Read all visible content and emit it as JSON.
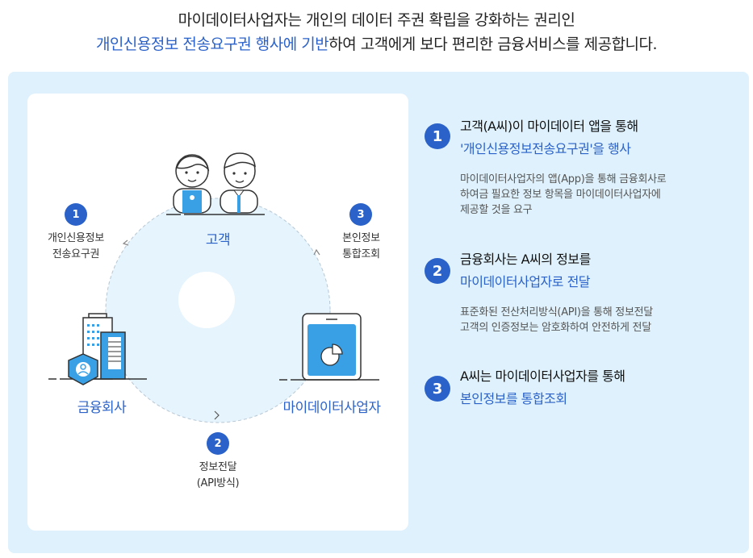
{
  "header": {
    "line1": "마이데이터사업자는 개인의 데이터 주권 확립을 강화하는 권리인",
    "line2_highlight": "개인신용정보 전송요구권 행사에 기반",
    "line2_rest": "하여 고객에게 보다 편리한 금융서비스를 제공합니다."
  },
  "diagram": {
    "nodes": {
      "customer": "고객",
      "financial": "금융회사",
      "mydata": "마이데이터사업자"
    },
    "flows": [
      {
        "num": "1",
        "line1": "개인신용정보",
        "line2": "전송요구권"
      },
      {
        "num": "2",
        "line1": "정보전달",
        "line2": "(API방식)"
      },
      {
        "num": "3",
        "line1": "본인정보",
        "line2": "통합조회"
      }
    ],
    "icons": [
      "customer-people-icon",
      "building-icon",
      "user-shield-icon",
      "tablet-chart-icon"
    ]
  },
  "steps": [
    {
      "num": "1",
      "title1": "고객(A씨)이 마이데이터 앱을 통해",
      "title2": "'개인신용정보전송요구권'을 행사",
      "desc": [
        "마이데이터사업자의 앱(App)을 통해 금융회사로",
        "하여금 필요한 정보 항목을 마이데이터사업자에",
        "제공할 것을 요구"
      ]
    },
    {
      "num": "2",
      "title1": "금융회사는 A씨의 정보를",
      "title2": "마이데이터사업자로 전달",
      "desc": [
        "표준화된 전산처리방식(API)을 통해 정보전달",
        "고객의 인증정보는 암호화하여 안전하게 전달"
      ]
    },
    {
      "num": "3",
      "title1": "A씨는 마이데이터사업자를 통해",
      "title2": "본인정보를 통합조회",
      "desc": []
    }
  ],
  "colors": {
    "accent": "#2b62c9",
    "panel": "#def1fc",
    "circle": "#e6f4fd",
    "icon_blue": "#3aa0e6"
  }
}
